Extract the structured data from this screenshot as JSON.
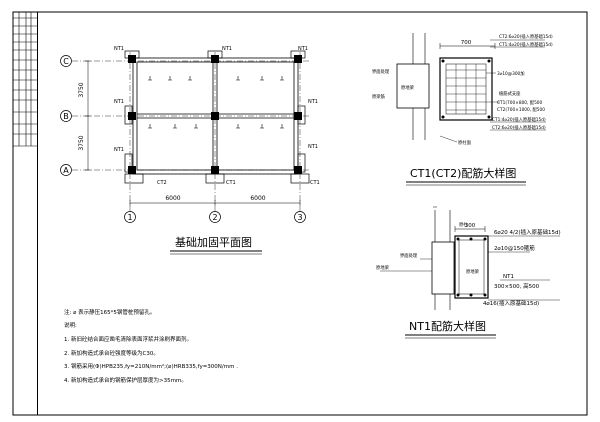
{
  "plan": {
    "title": "基础加固平面图",
    "row_labels": [
      "C",
      "B",
      "A"
    ],
    "col_labels": [
      "1",
      "2",
      "3"
    ],
    "dim_rows": [
      "3750",
      "3750"
    ],
    "dim_cols": [
      "6000",
      "6000"
    ],
    "beam_labels": [
      "NT1",
      "NT1",
      "NT1",
      "NT1",
      "NT1",
      "NT1",
      "NT1",
      "CT2",
      "CT1",
      "CT1"
    ]
  },
  "ct_detail": {
    "title": "CT1(CT2)配筋大样图",
    "dim_top": "700",
    "labels": [
      "CT2:6⌀20(插入原基础15d)",
      "CT1:4⌀20(插入原基础15d)",
      "3⌀10@300加",
      "原地梁",
      "界面处理",
      "原梁筋",
      "植筋式支座",
      "CT1(700×800, 配500",
      "CT2(700×1000, 配500",
      "CT1:4⌀20(插入原基础15d)",
      "CT2:6⌀20(插入原基础15d)",
      "原柱面"
    ]
  },
  "nt_detail": {
    "title": "NT1配筋大样图",
    "dim_top": "300",
    "labels": [
      "原柱",
      "6⌀20 4/2(插入原基础15d)",
      "界面处理",
      "原地梁",
      "2⌀10@150箍筋",
      "原地梁",
      "NT1",
      "300×500, 高500",
      "4⌀16(插入原基础15d)"
    ]
  },
  "notes": {
    "legend": "注: ⌀ 表示静压165*5钢管桩预留孔。",
    "heading": "说明:",
    "items": [
      "1. 新旧砼结合面应凿毛清除表面浮浆并涂刷界面剂。",
      "2. 新加构造式承台砼强度等级为C30。",
      "3. 钢筋采用(Φ)HPB235,fy=210N/mm²;(⌀)HRB335,fy=300N/mm .",
      "4. 新加构造式承台的钢筋保护层厚度为>35mm。"
    ]
  }
}
